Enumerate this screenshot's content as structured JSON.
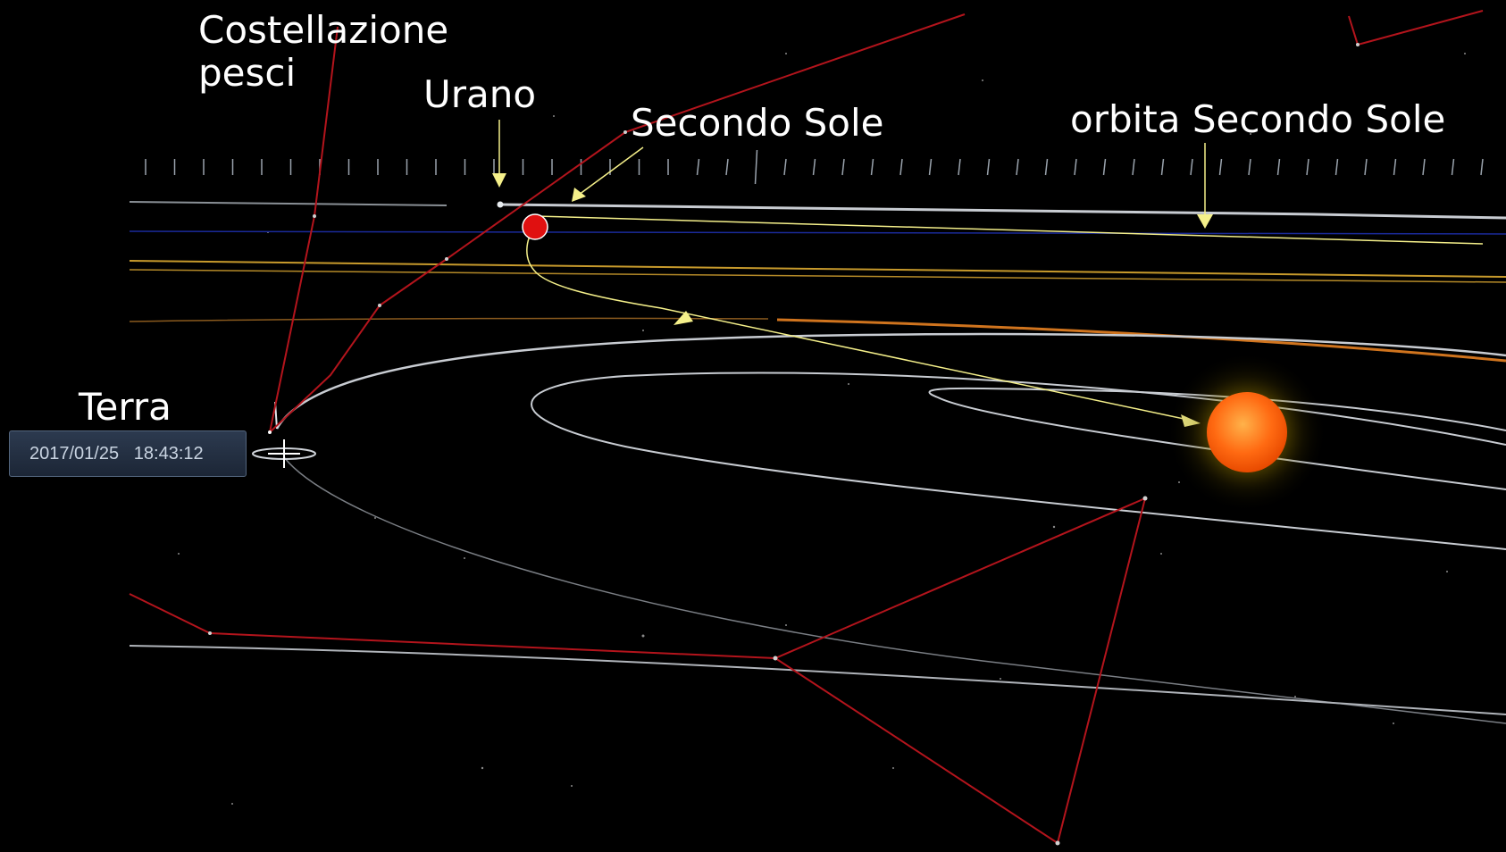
{
  "labels": {
    "constellation": "Costellazione\npesci",
    "uranus": "Urano",
    "second_sun": "Secondo Sole",
    "second_sun_orbit": "orbita Secondo Sole",
    "earth": "Terra"
  },
  "datetime": "2017/01/25   18:43:12",
  "colors": {
    "background": "#000000",
    "constellation_lines": "#b3141c",
    "annotation_arrows": "#f5f08a",
    "second_sun": "#e01010",
    "sun": "#ff7a1a",
    "orbits": "#c8ccd2",
    "neptune_orbit": "#1a2a9a",
    "saturn_orbit": "#c79a2c",
    "jupiter_orbit": "#d0741e"
  },
  "icons": {
    "earth_marker": "crosshair-icon",
    "sun": "sun-icon",
    "second_sun": "red-dot-icon"
  }
}
